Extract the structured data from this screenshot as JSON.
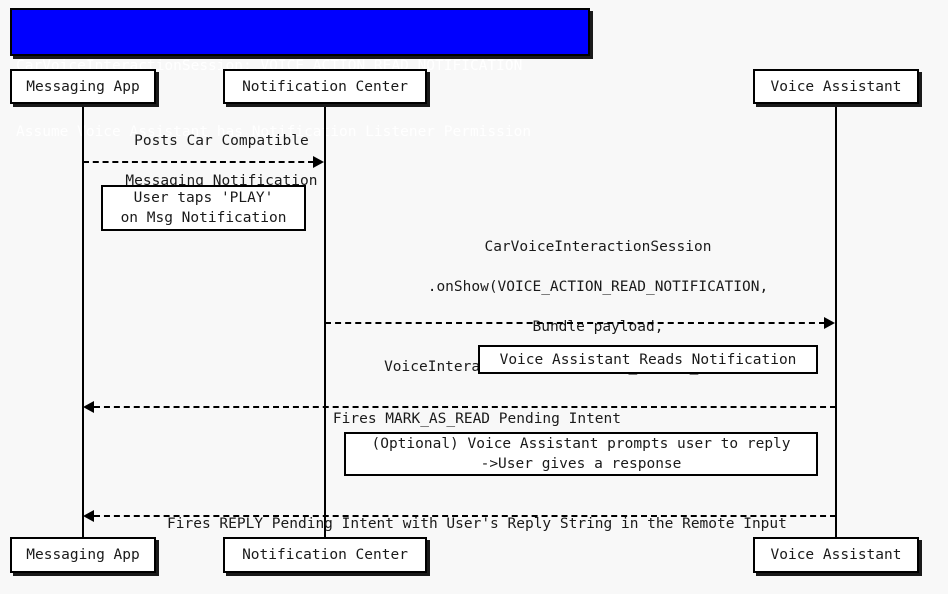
{
  "diagram": {
    "kind": "uml-sequence-diagram",
    "background_color": "#f8f8f8",
    "line_color": "#000000",
    "text_color": "#1a1a1a"
  },
  "title": {
    "background_color": "#0000ff",
    "text_color": "#ffffff",
    "line1": "CarVoiceInteractionSession: VOICE_ACTION_READ_NOTIFICATION",
    "line2": "Assume Voice Assistant has Notification Listener Permission"
  },
  "participants": [
    {
      "id": "messaging-app",
      "label": "Messaging App"
    },
    {
      "id": "notification-center",
      "label": "Notification Center"
    },
    {
      "id": "voice-assistant",
      "label": "Voice Assistant"
    }
  ],
  "messages": [
    {
      "id": "post-notification",
      "from": "messaging-app",
      "to": "notification-center",
      "direction": "right",
      "style": "dashed",
      "label_line1": "Posts Car Compatible",
      "label_line2": "Messaging Notification"
    },
    {
      "id": "on-show",
      "from": "notification-center",
      "to": "voice-assistant",
      "direction": "right",
      "style": "dashed",
      "label_line1": "CarVoiceInteractionSession",
      "label_line2": ".onShow(VOICE_ACTION_READ_NOTIFICATION,",
      "label_line3": "Bundle payload,",
      "label_line4": "VoiceInteractionSession.SHOW_SOURCE_NOTIFICATION)"
    },
    {
      "id": "mark-as-read",
      "from": "voice-assistant",
      "to": "messaging-app",
      "direction": "left",
      "style": "dashed",
      "label_line1": "Fires MARK_AS_READ Pending Intent"
    },
    {
      "id": "reply-intent",
      "from": "voice-assistant",
      "to": "messaging-app",
      "direction": "left",
      "style": "dashed",
      "label_line1": "Fires REPLY Pending Intent with User's Reply String in the Remote Input"
    }
  ],
  "notes": [
    {
      "id": "user-taps-play",
      "line1": "User taps 'PLAY'",
      "line2": "on Msg Notification"
    },
    {
      "id": "assistant-reads",
      "line1": "Voice Assistant Reads Notification"
    },
    {
      "id": "optional-prompt",
      "line1": "(Optional) Voice Assistant prompts user to reply",
      "line2": "->User gives a response"
    }
  ]
}
